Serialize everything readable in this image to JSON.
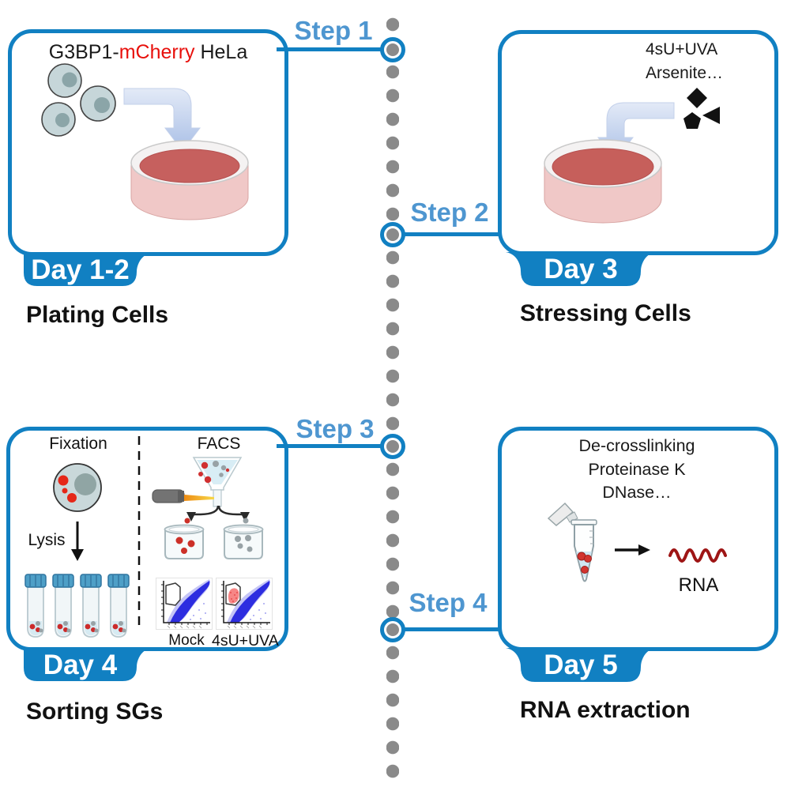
{
  "colors": {
    "line_blue": "#1180c2",
    "step_blue": "#4e96d0",
    "dot_gray": "#8a8a8a",
    "highlight_red": "#e8100c",
    "scatter_blue": "#2020dd"
  },
  "steps": [
    {
      "label": "Step 1"
    },
    {
      "label": "Step 2"
    },
    {
      "label": "Step 3"
    },
    {
      "label": "Step 4"
    }
  ],
  "panels": {
    "plating": {
      "title_prefix": "G3BP1-",
      "title_highlight": "mCherry",
      "title_suffix": " HeLa",
      "day": "Day 1-2",
      "caption": "Plating Cells"
    },
    "stressing": {
      "reagents_line1": "4sU+UVA",
      "reagents_line2": "Arsenite…",
      "day": "Day 3",
      "caption": "Stressing Cells"
    },
    "sorting": {
      "left_header": "Fixation",
      "right_header": "FACS",
      "lysis_label": "Lysis",
      "plot1_label": "Mock",
      "plot2_label": "4sU+UVA",
      "day": "Day 4",
      "caption": "Sorting SGs"
    },
    "rna": {
      "reagents_line1": "De-crosslinking",
      "reagents_line2": "Proteinase K",
      "reagents_line3": "DNase…",
      "product_label": "RNA",
      "day": "Day 5",
      "caption": "RNA extraction"
    }
  }
}
